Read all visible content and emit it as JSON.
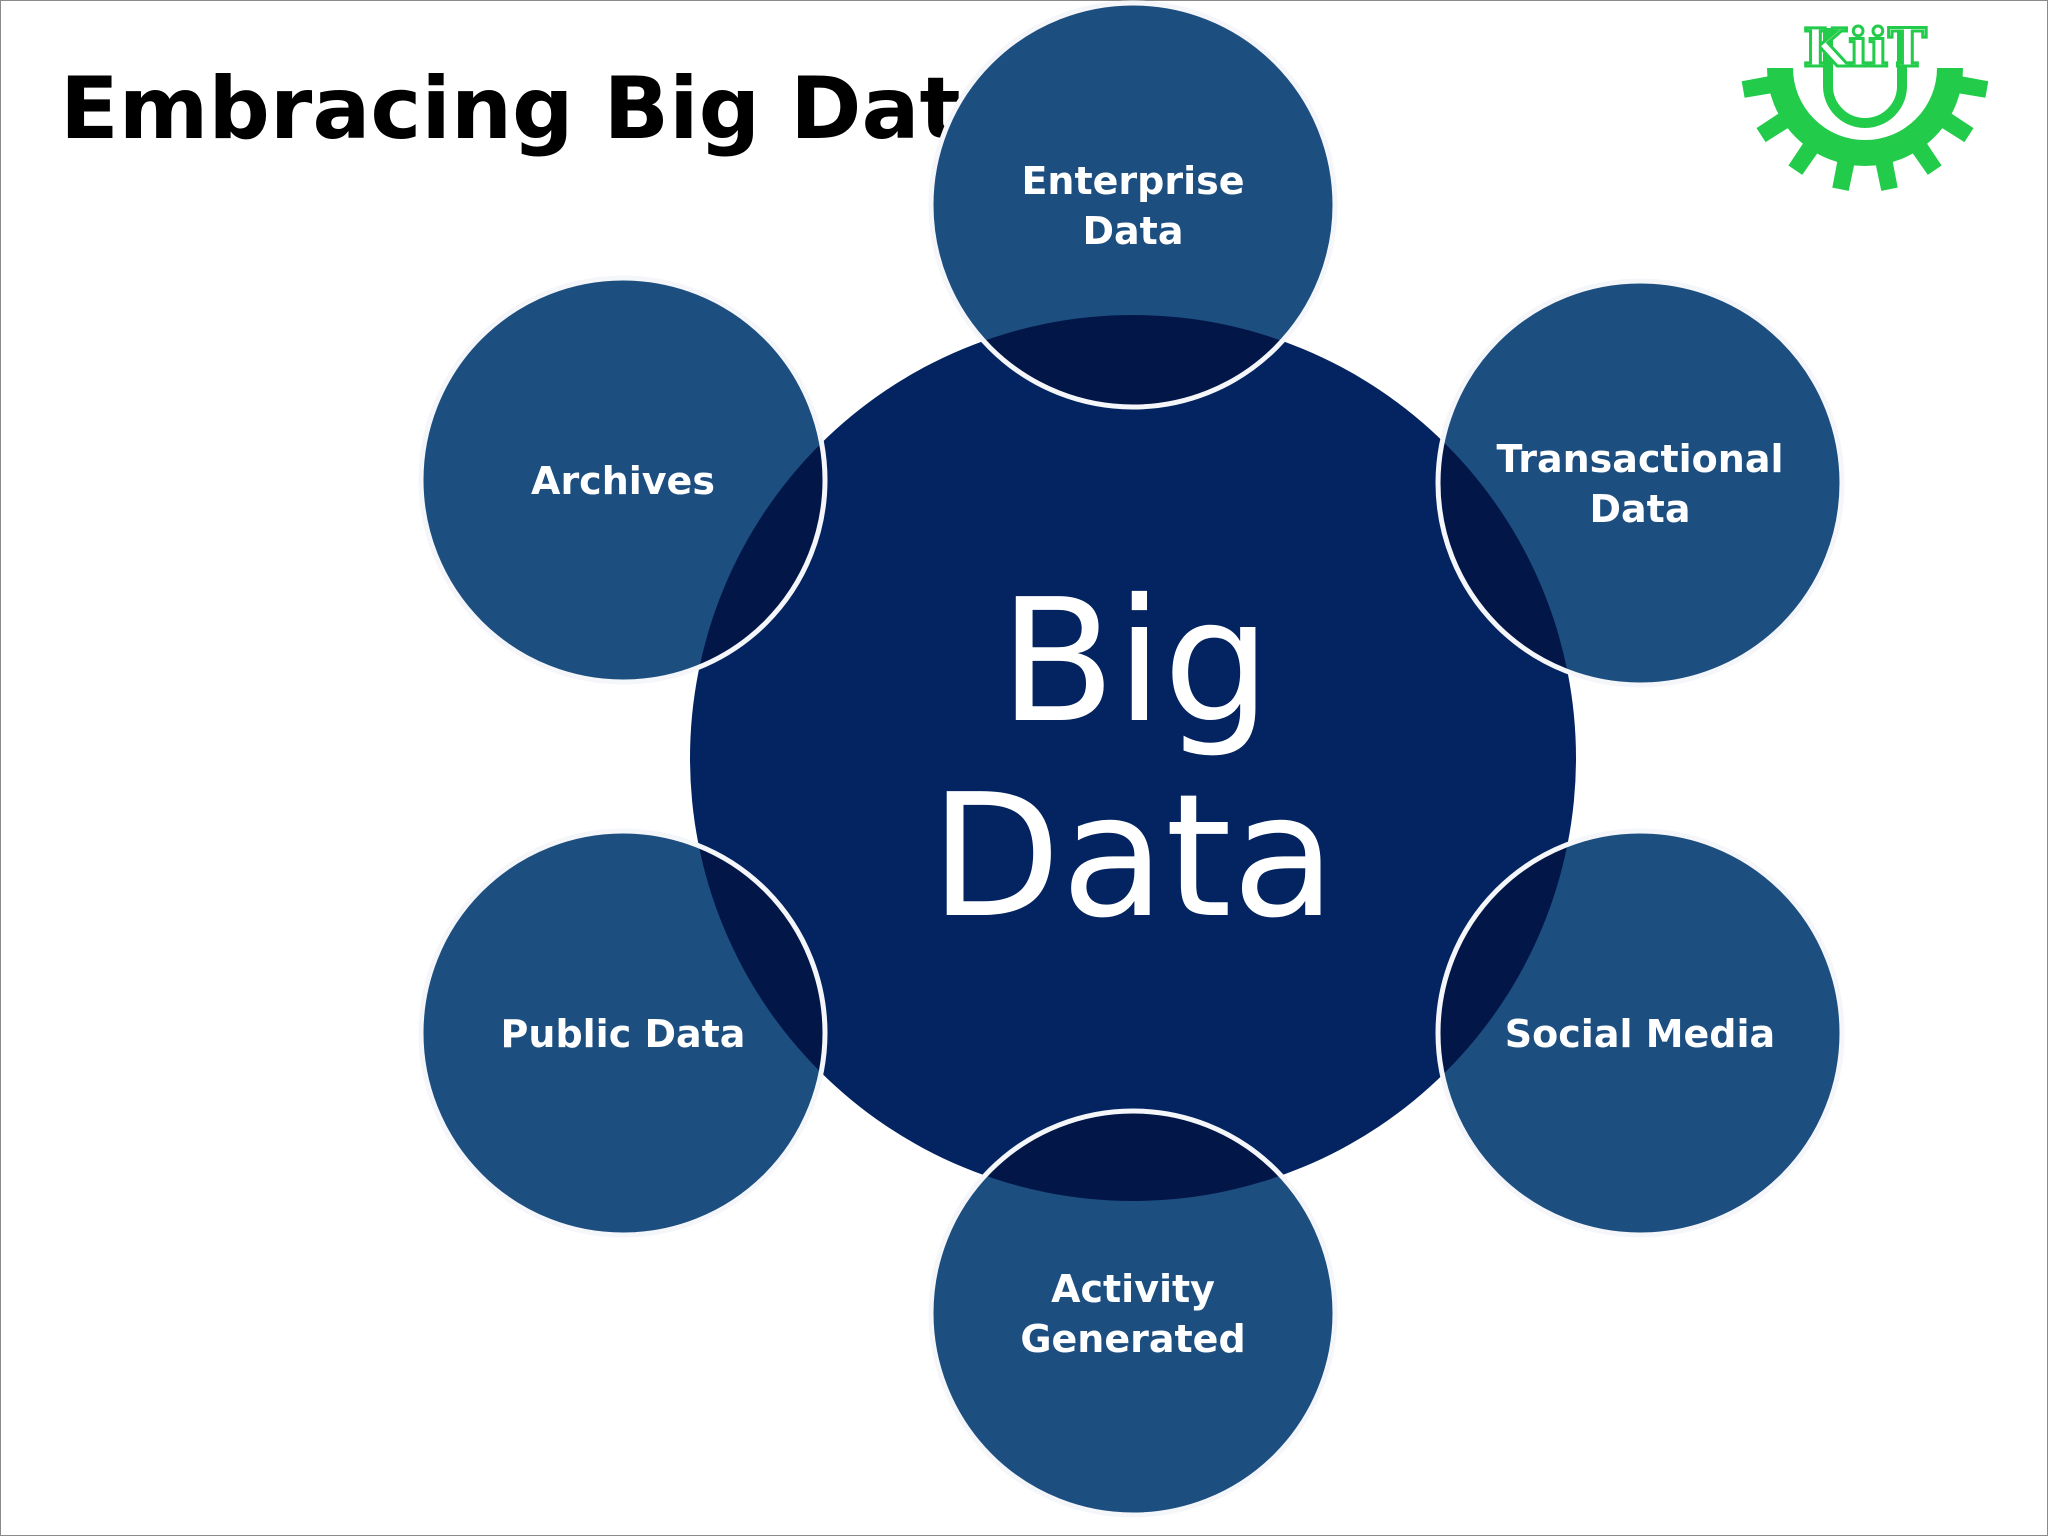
{
  "slide": {
    "title": "Embracing Big Data"
  },
  "diagram": {
    "center": {
      "line1": "Big",
      "line2": "Data"
    },
    "nodes": [
      {
        "id": "enterprise",
        "lines": [
          "Enterprise",
          "Data"
        ]
      },
      {
        "id": "transactional",
        "lines": [
          "Transactional",
          "Data"
        ]
      },
      {
        "id": "social",
        "lines": [
          "Social Media"
        ]
      },
      {
        "id": "activity",
        "lines": [
          "Activity",
          "Generated"
        ]
      },
      {
        "id": "public",
        "lines": [
          "Public Data"
        ]
      },
      {
        "id": "archives",
        "lines": [
          "Archives"
        ]
      }
    ]
  },
  "logo": {
    "text": "KiiT"
  },
  "colors": {
    "center_fill": "#032461",
    "node_fill": "#1d4e80",
    "overlap_fill": "#021748",
    "node_stroke": "#f4f6fa",
    "text": "#ffffff",
    "logo_green": "#22cc4a"
  }
}
